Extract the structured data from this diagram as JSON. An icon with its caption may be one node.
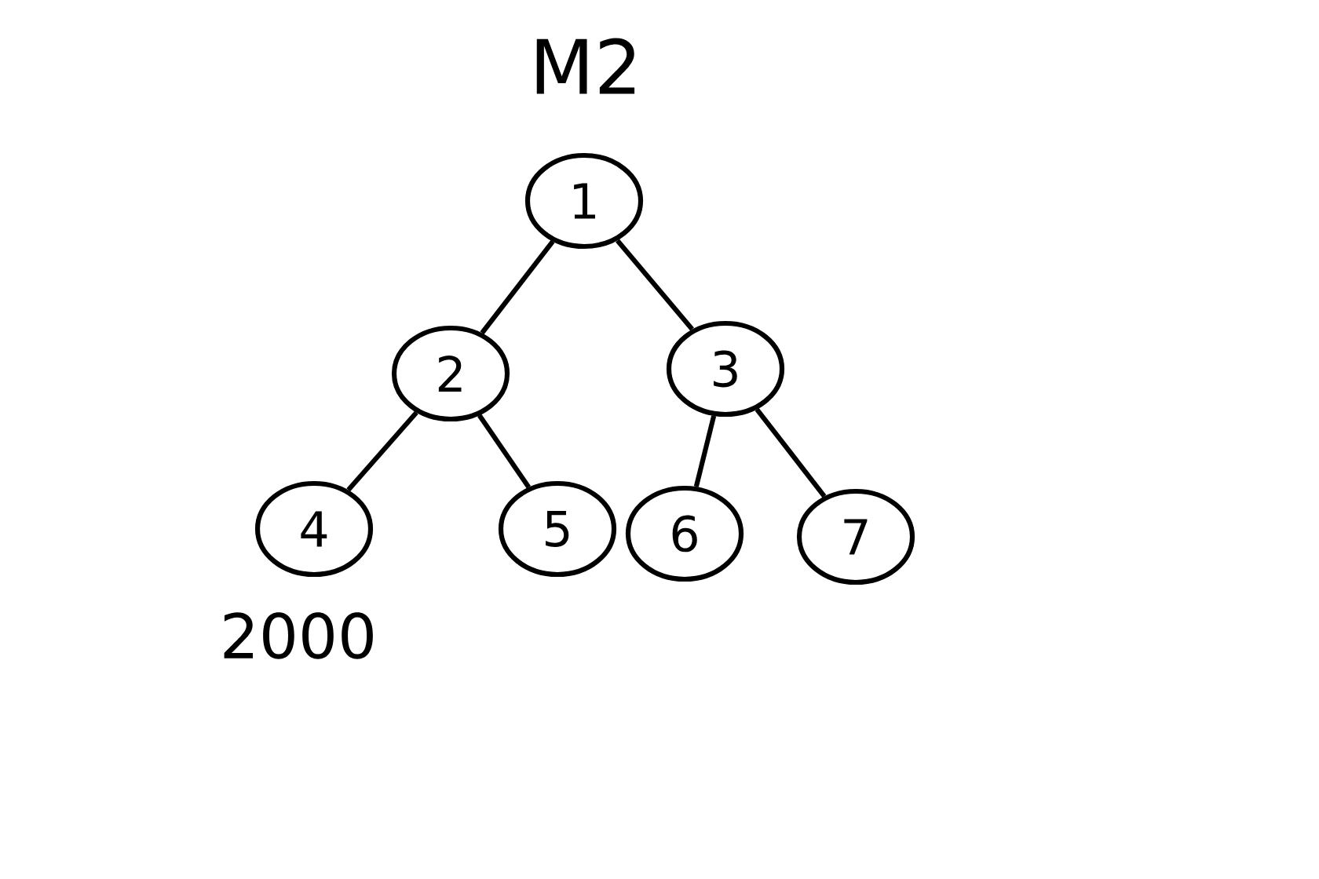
{
  "diagram": {
    "title": "M2",
    "nodes": [
      {
        "text": [
          "1"
        ]
      },
      {
        "text": [
          "2"
        ]
      },
      {
        "text": [
          "3"
        ]
      },
      {
        "text": [
          "4"
        ]
      },
      {
        "text": [
          "5"
        ]
      },
      {
        "text": [
          "6"
        ]
      },
      {
        "text": [
          "7"
        ]
      }
    ],
    "edges": [
      {
        "from": 0,
        "to": 1,
        "arrow": "none"
      },
      {
        "from": 0,
        "to": 2,
        "arrow": "none"
      },
      {
        "from": 1,
        "to": 3,
        "arrow": "none"
      },
      {
        "from": 1,
        "to": 4,
        "arrow": "none"
      },
      {
        "from": 2,
        "to": 5,
        "arrow": "none"
      },
      {
        "from": 2,
        "to": 6,
        "arrow": "none"
      }
    ],
    "labels": [
      "2000"
    ]
  }
}
